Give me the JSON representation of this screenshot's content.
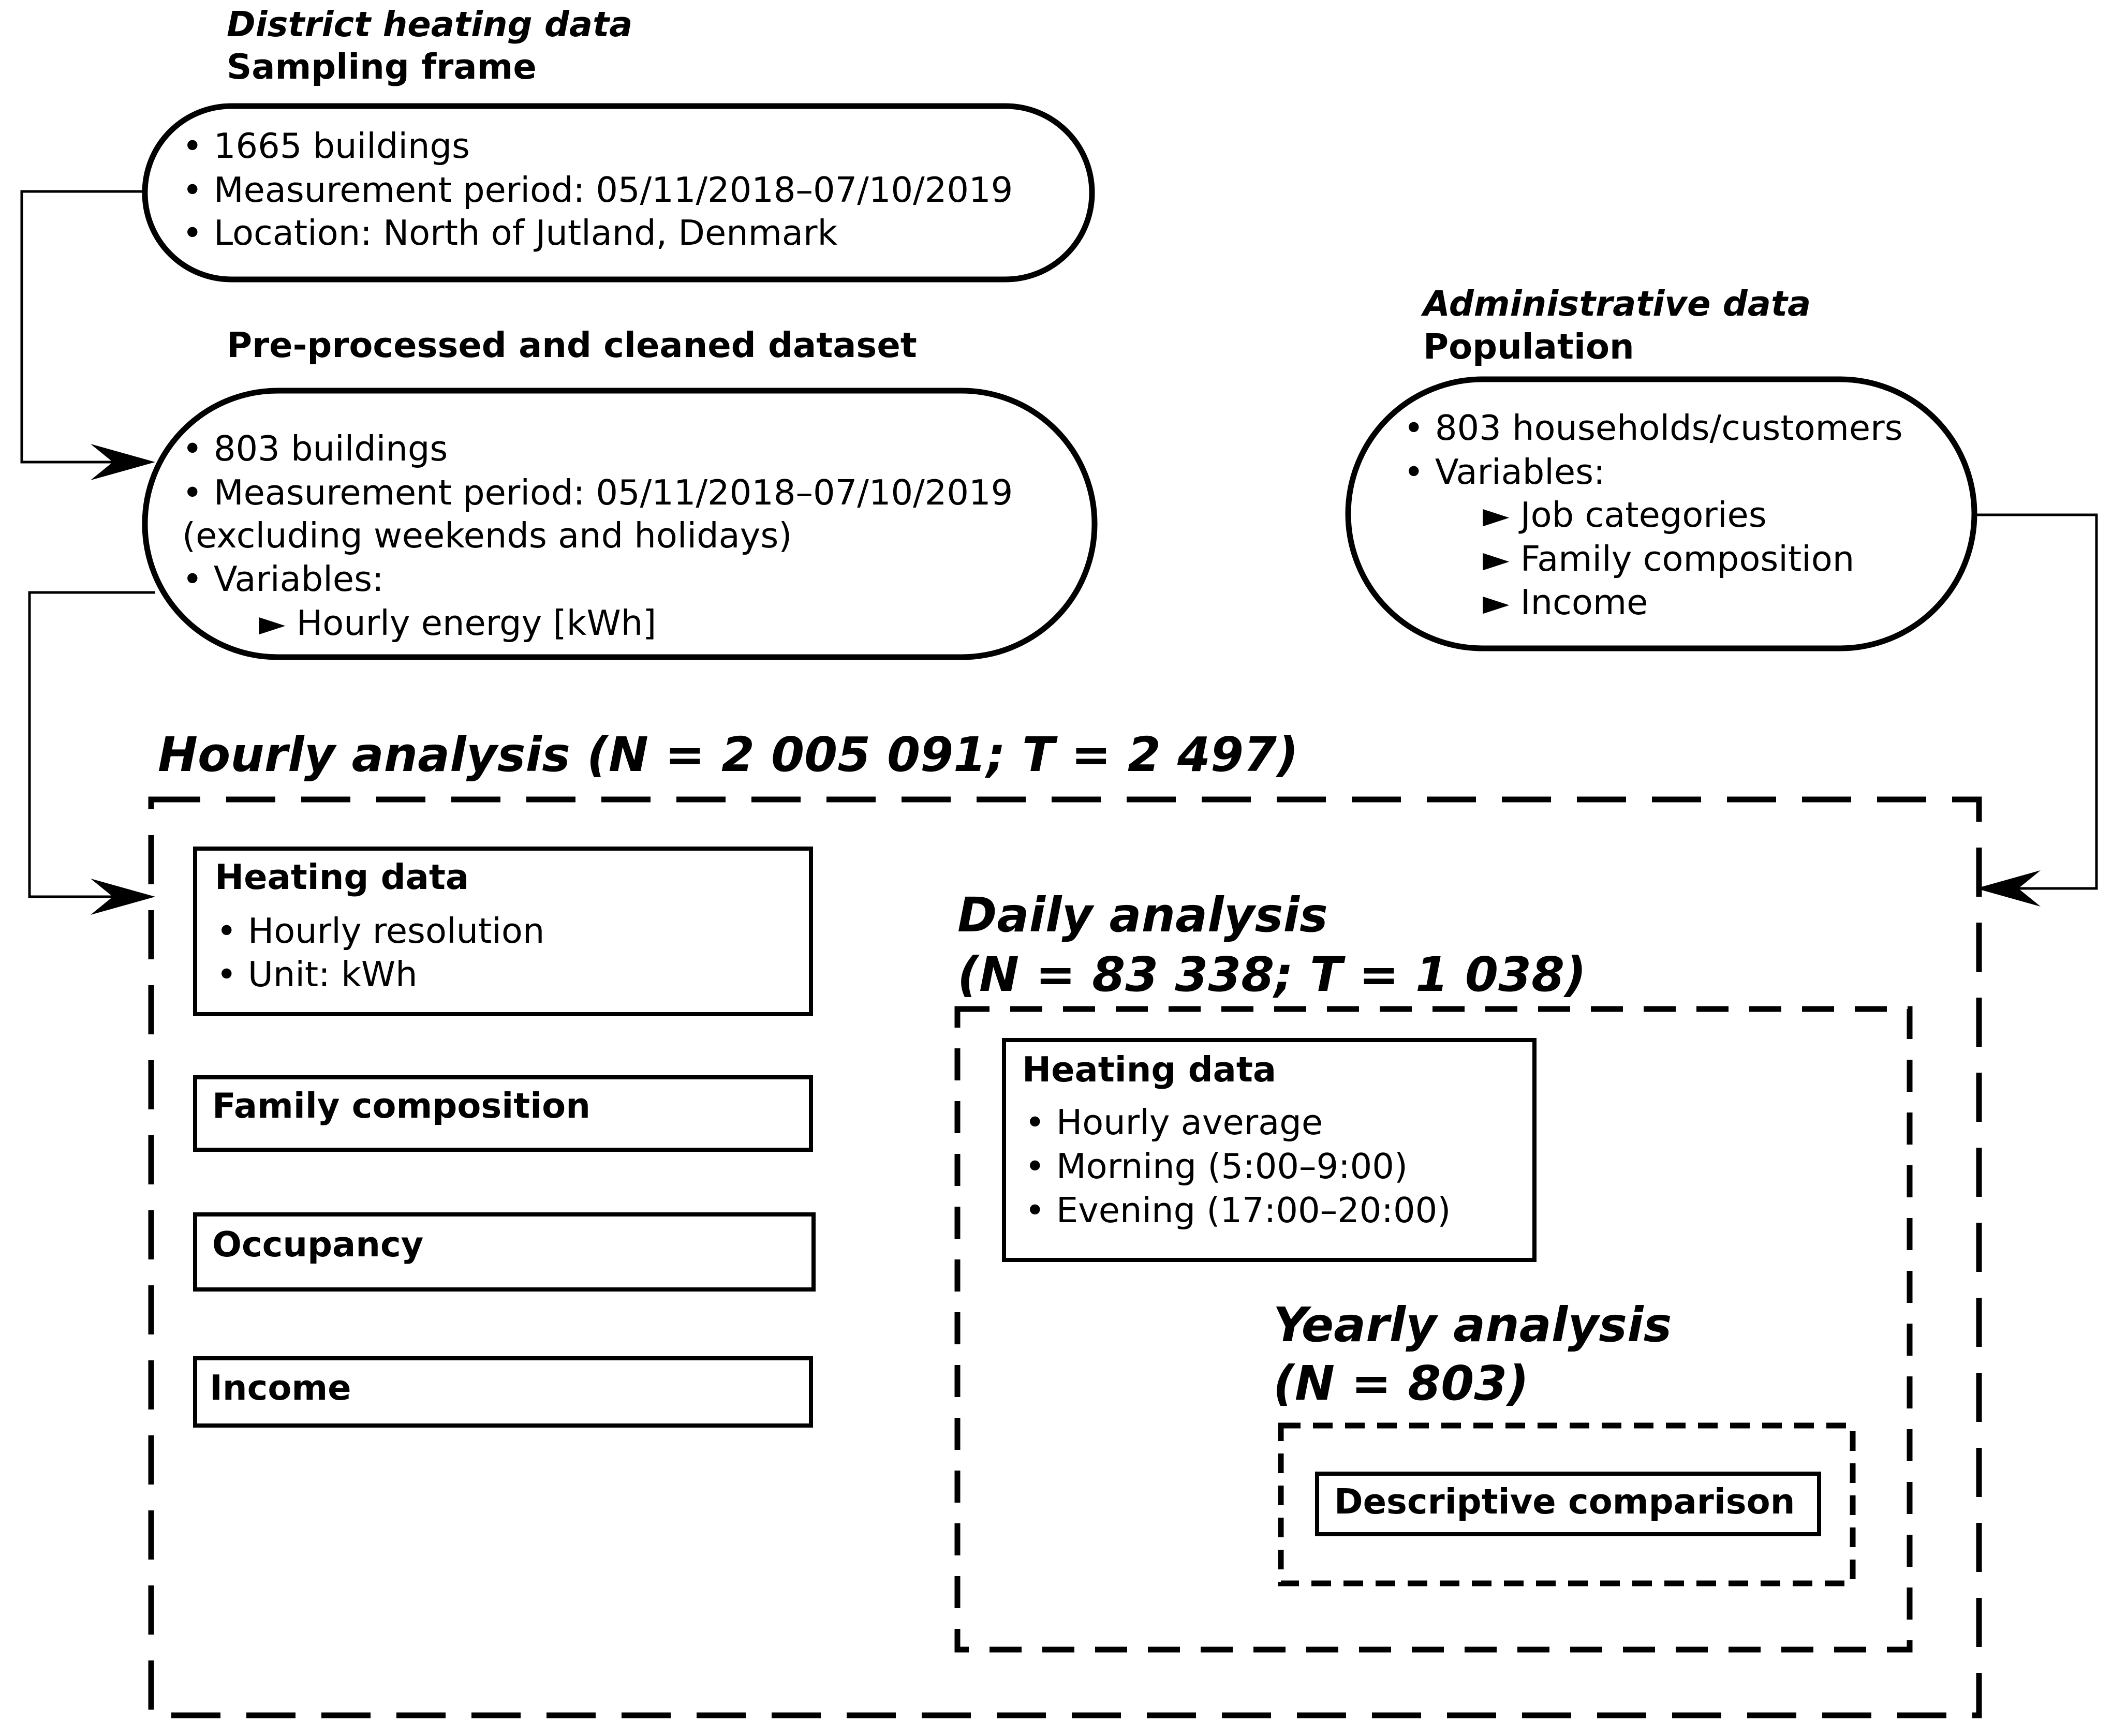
{
  "district": {
    "title": "District heating data",
    "subtitle": "Sampling frame",
    "items": [
      "• 1665 buildings",
      "• Measurement period: 05/11/2018–07/10/2019",
      "• Location: North of Jutland, Denmark"
    ]
  },
  "cleaned": {
    "title": "Pre-processed and cleaned dataset",
    "items": [
      "• 803 buildings",
      "• Measurement period: 05/11/2018–07/10/2019",
      "(excluding weekends and holidays)",
      "• Variables:"
    ],
    "sub_items": [
      "► Hourly energy [kWh]"
    ]
  },
  "admin": {
    "title": "Administrative data",
    "subtitle": "Population",
    "items": [
      "• 803 households/customers",
      "• Variables:"
    ],
    "sub_items": [
      "► Job categories",
      "► Family composition",
      "► Income"
    ]
  },
  "hourly": {
    "title": "Hourly analysis (N = 2 005 091; T = 2 497)",
    "heating_title": "Heating data",
    "heating_items": [
      "• Hourly resolution",
      "• Unit: kWh"
    ],
    "family": "Family composition",
    "occupancy": "Occupancy",
    "income": "Income"
  },
  "daily": {
    "title_line1": "Daily analysis",
    "title_line2": "(N = 83 338; T = 1 038)",
    "heating_title": "Heating data",
    "heating_items": [
      "• Hourly average",
      "• Morning (5:00–9:00)",
      "• Evening (17:00–20:00)"
    ]
  },
  "yearly": {
    "title_line1": "Yearly analysis",
    "title_line2": "(N = 803)",
    "comparison": "Descriptive comparison"
  }
}
